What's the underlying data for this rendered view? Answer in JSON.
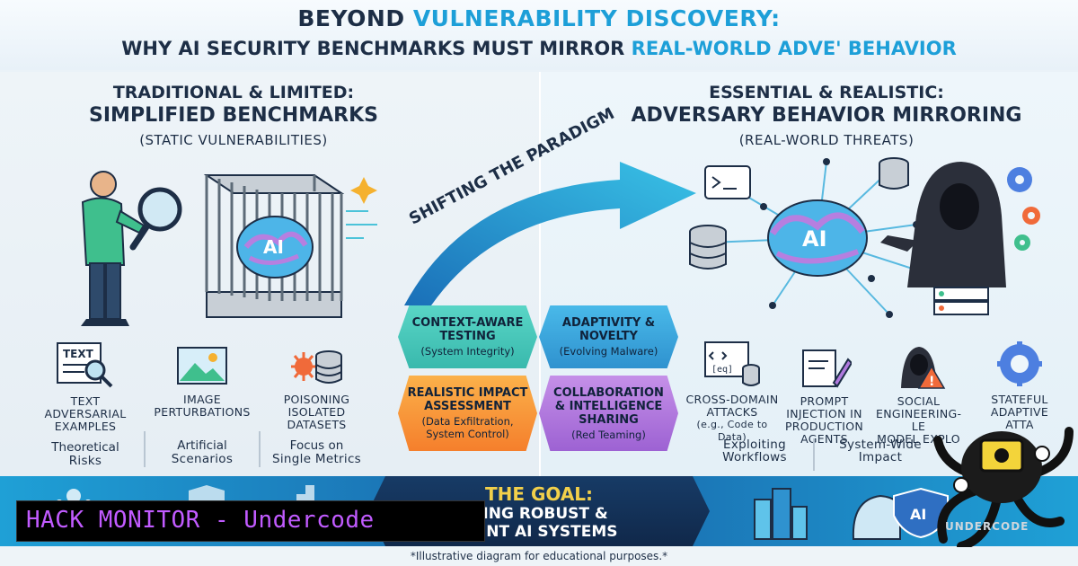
{
  "header": {
    "line1_a": "BEYOND ",
    "line1_b": "VULNERABILITY DISCOVERY:",
    "line2_a": "WHY AI SECURITY BENCHMARKS MUST MIRROR ",
    "line2_b": "REAL-WORLD ADVE' BEHAVIOR"
  },
  "left": {
    "title1": "TRADITIONAL & LIMITED:",
    "title2": "SIMPLIFIED BENCHMARKS",
    "title3": "(STATIC VULNERABILITIES)",
    "ai_label": "AI",
    "features": [
      {
        "label1": "TEXT",
        "label2": "ADVERSARIAL",
        "label3": "EXAMPLES",
        "footer1": "Theoretical",
        "footer2": "Risks",
        "icon_text": "TEXT"
      },
      {
        "label1": "IMAGE",
        "label2": "PERTURBATIONS",
        "label3": "",
        "footer1": "Artificial",
        "footer2": "Scenarios"
      },
      {
        "label1": "POISONING",
        "label2": "ISOLATED",
        "label3": "DATASETS",
        "footer1": "Focus on",
        "footer2": "Single Metrics"
      }
    ]
  },
  "center": {
    "paradigm": "SHIFTING THE PARADIGM",
    "cards": [
      {
        "title": "CONTEXT-AWARE TESTING",
        "sub": "(System Integrity)"
      },
      {
        "title": "ADAPTIVITY & NOVELTY",
        "sub": "(Evolving Malware)"
      },
      {
        "title": "REALISTIC IMPACT ASSESSMENT",
        "sub": "(Data Exfiltration, System Control)"
      },
      {
        "title": "COLLABORATION & INTELLIGENCE SHARING",
        "sub": "(Red Teaming)"
      }
    ]
  },
  "right": {
    "title1": "ESSENTIAL & REALISTIC:",
    "title2": "ADVERSARY BEHAVIOR MIRRORING",
    "title3": "(REAL-WORLD THREATS)",
    "ai_label": "AI",
    "features": [
      {
        "label1": "CROSS-DOMAIN",
        "label2": "ATTACKS",
        "label3": "(e.g., Code to Data)",
        "icon_text": "[eq]"
      },
      {
        "label1": "PROMPT",
        "label2": "INJECTION IN",
        "label3": "PRODUCTION",
        "label4": "AGENTS"
      },
      {
        "label1": "SOCIAL",
        "label2": "ENGINEERING-LE",
        "label3": "MODEL EXPLO"
      },
      {
        "label1": "STATEFUL",
        "label2": "ADAPTIVE",
        "label3": "ATTA"
      }
    ],
    "footers": [
      {
        "line1": "Exploiting",
        "line2": "Workflows"
      },
      {
        "line1": "System-Wide",
        "line2": "Impact"
      }
    ]
  },
  "goal": {
    "title": "THE GOAL:",
    "line1": "DING ROBUST &",
    "line2": "LIENT AI SYSTEMS",
    "ai_badge": "AI"
  },
  "watermark": {
    "text": "HACK MONITOR - Undercode",
    "logo_text": "UNDERCODE"
  },
  "footnote": "*Illustrative diagram for educational purposes.*",
  "colors": {
    "accent": "#1d9fd8",
    "navy": "#1d2e46",
    "teal_card": "#46c6b9",
    "blue_card": "#3aa3dc",
    "orange_card": "#f7962f",
    "purple_card": "#b07ade",
    "goal_yellow": "#f2d04a",
    "watermark_purple": "#c15bff"
  }
}
